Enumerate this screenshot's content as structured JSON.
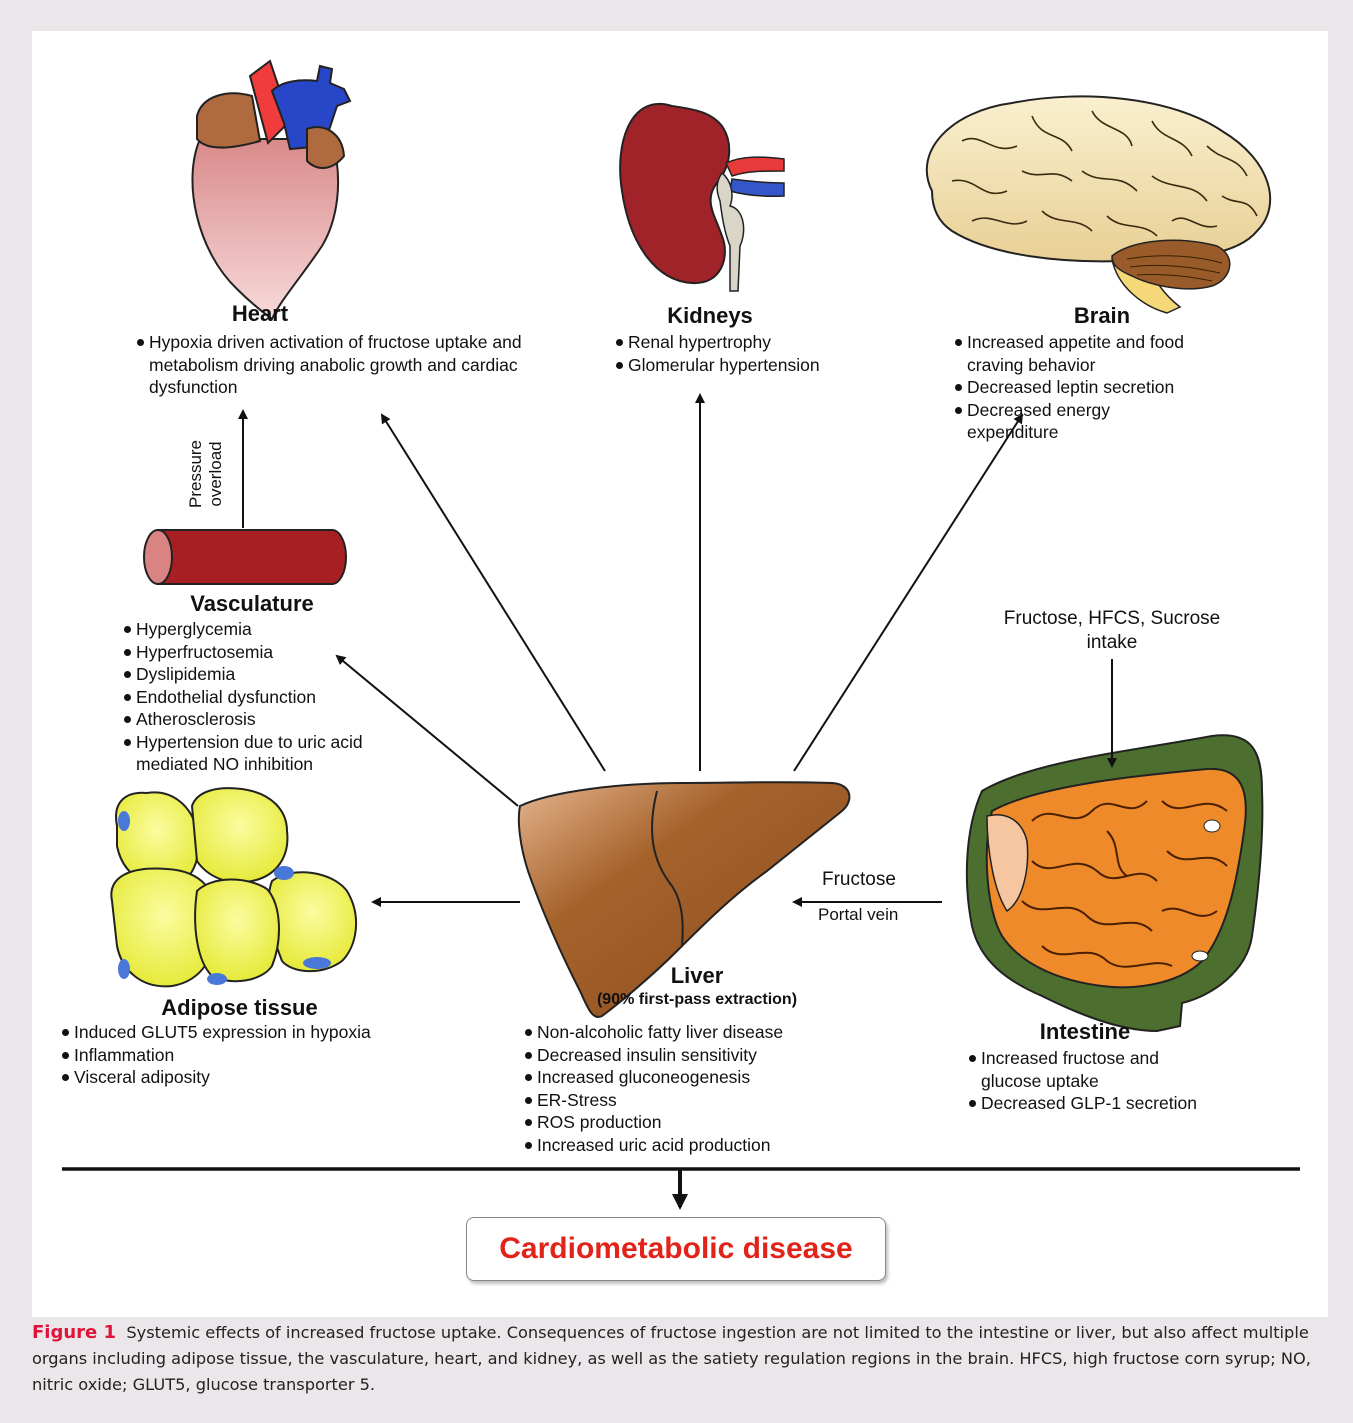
{
  "organs": {
    "heart": {
      "title": "Heart",
      "bullets": [
        "Hypoxia driven activation of fructose uptake and metabolism driving anabolic growth and cardiac dysfunction"
      ]
    },
    "kidneys": {
      "title": "Kidneys",
      "bullets": [
        "Renal hypertrophy",
        "Glomerular hypertension"
      ]
    },
    "brain": {
      "title": "Brain",
      "bullets": [
        "Increased appetite and food craving behavior",
        "Decreased leptin secretion",
        "Decreased energy expenditure"
      ]
    },
    "vasculature": {
      "title": "Vasculature",
      "bullets": [
        "Hyperglycemia",
        "Hyperfructosemia",
        "Dyslipidemia",
        "Endothelial dysfunction",
        "Atherosclerosis",
        "Hypertension due to uric acid mediated NO inhibition"
      ]
    },
    "adipose": {
      "title": "Adipose tissue",
      "bullets": [
        "Induced GLUT5 expression in hypoxia",
        "Inflammation",
        "Visceral adiposity"
      ]
    },
    "liver": {
      "title": "Liver",
      "subtitle": "(90% first-pass extraction)",
      "bullets": [
        "Non-alcoholic fatty liver disease",
        "Decreased insulin sensitivity",
        "Increased gluconeogenesis",
        "ER-Stress",
        "ROS production",
        "Increased uric acid production"
      ]
    },
    "intestine": {
      "title": "Intestine",
      "bullets": [
        "Increased fructose and glucose uptake",
        "Decreased GLP-1 secretion"
      ]
    }
  },
  "labels": {
    "pressure_line1": "Pressure",
    "pressure_line2": "overload",
    "intake_line1": "Fructose, HFCS, Sucrose",
    "intake_line2": "intake",
    "fructose": "Fructose",
    "portal_vein": "Portal vein"
  },
  "outcome": "Cardiometabolic disease",
  "caption": {
    "label": "Figure 1",
    "text": "Systemic effects of increased fructose uptake. Consequences of fructose ingestion are not limited to the intestine or liver, but also affect multiple organs including adipose tissue, the vasculature, heart, and kidney, as well as the satiety regulation regions in the brain. HFCS, high fructose corn syrup; NO, nitric oxide; GLUT5, glucose transporter 5."
  },
  "colors": {
    "accent_red": "#e2231a",
    "caption_label": "#e0133a",
    "liver": "#a5622b",
    "kidney": "#a0232a",
    "intestine_orange": "#ef8a2a",
    "intestine_green": "#4c6e2e",
    "adipose_yellow": "#eef04a",
    "vessel": "#a81f23"
  }
}
